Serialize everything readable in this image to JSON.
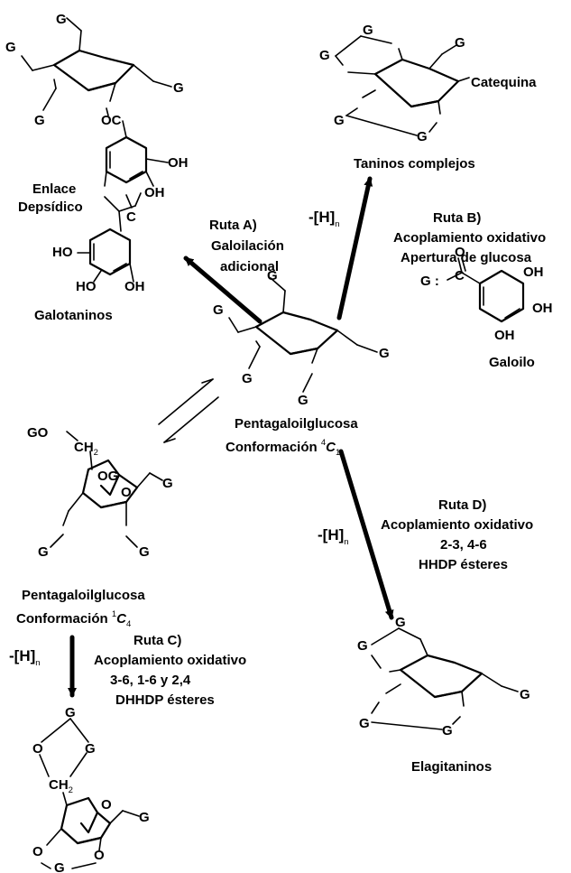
{
  "labels": {
    "galloyl_symbol": "G",
    "galloyl_key": "G :",
    "oh": "OH",
    "ho": "HO",
    "co": "C",
    "o": "O",
    "oc": "OC",
    "og": "OG",
    "go": "GO",
    "ch2": "CH",
    "sub2": "2",
    "catequina": "Catequina"
  },
  "compounds": {
    "galotaninos": "Galotaninos",
    "enlace_line1": "Enlace",
    "enlace_line2": "Depsídico",
    "taninos_complejos": "Taninos complejos",
    "galoilo": "Galoilo",
    "elagitaninos": "Elagitaninos",
    "pgg_name": "Pentagaloilglucosa",
    "pgg_conf_prefix": "Conformación ",
    "pgg_conf_sup": "4",
    "pgg_conf_c": "C",
    "pgg_conf_sub": "1",
    "pgg2_name": "Pentagaloilglucosa",
    "pgg2_conf_prefix": "Conformación ",
    "pgg2_conf_sup": "1",
    "pgg2_conf_c": "C",
    "pgg2_conf_sub": "4"
  },
  "routes": {
    "a": {
      "line1": "Ruta A)",
      "line2": "Galoilación",
      "line3": "adicional"
    },
    "b": {
      "line1": "Ruta B)",
      "line2": "Acoplamiento oxidativo",
      "line3": "Apertura de glucosa",
      "minus_h": "-[H]",
      "sub_n": "n"
    },
    "c": {
      "line1": "Ruta C)",
      "line2": "Acoplamiento oxidativo",
      "line3": "3-6, 1-6 y 2,4",
      "line4": "DHHDP ésteres",
      "minus_h": "-[H]",
      "sub_n": "n"
    },
    "d": {
      "line1": "Ruta D)",
      "line2": "Acoplamiento oxidativo",
      "line3": "2-3, 4-6",
      "line4": "HHDP ésteres",
      "minus_h": "-[H]",
      "sub_n": "n"
    }
  }
}
